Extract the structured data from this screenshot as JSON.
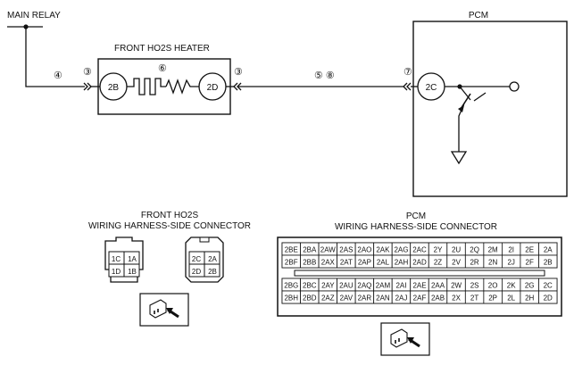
{
  "circuit": {
    "main_relay_label": "MAIN RELAY",
    "heater_label": "FRONT HO2S HEATER",
    "pcm_label": "PCM",
    "terminal_2b": "2B",
    "terminal_2d": "2D",
    "terminal_2c": "2C",
    "callout_4": "④",
    "callout_3_left": "③",
    "callout_6": "⑥",
    "callout_3_right": "③",
    "callout_5_8": "⑤ ⑧",
    "callout_7": "⑦"
  },
  "ho2s_connector": {
    "title_line1": "FRONT HO2S",
    "title_line2": "WIRING HARNESS-SIDE CONNECTOR",
    "left_pins": [
      "1C",
      "1A",
      "1D",
      "1B"
    ],
    "right_pins": [
      "2C",
      "2A",
      "2D",
      "2B"
    ]
  },
  "pcm_connector": {
    "title_line1": "PCM",
    "title_line2": "WIRING HARNESS-SIDE CONNECTOR",
    "rows": [
      [
        "2BE",
        "2BA",
        "2AW",
        "2AS",
        "2AO",
        "2AK",
        "2AG",
        "2AC",
        "2Y",
        "2U",
        "2Q",
        "2M",
        "2I",
        "2E",
        "2A"
      ],
      [
        "2BF",
        "2BB",
        "2AX",
        "2AT",
        "2AP",
        "2AL",
        "2AH",
        "2AD",
        "2Z",
        "2V",
        "2R",
        "2N",
        "2J",
        "2F",
        "2B"
      ],
      [
        "2BG",
        "2BC",
        "2AY",
        "2AU",
        "2AQ",
        "2AM",
        "2AI",
        "2AE",
        "2AA",
        "2W",
        "2S",
        "2O",
        "2K",
        "2G",
        "2C"
      ],
      [
        "2BH",
        "2BD",
        "2AZ",
        "2AV",
        "2AR",
        "2AN",
        "2AJ",
        "2AF",
        "2AB",
        "2X",
        "2T",
        "2P",
        "2L",
        "2H",
        "2D"
      ]
    ]
  }
}
